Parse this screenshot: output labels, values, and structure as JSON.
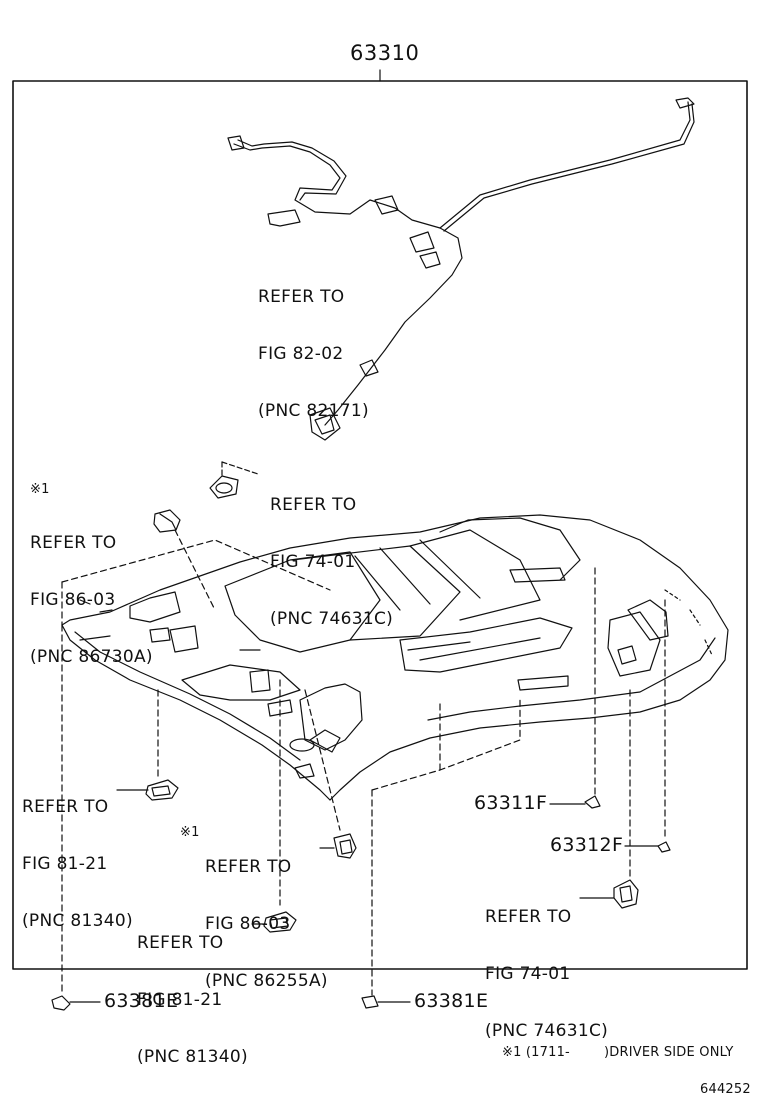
{
  "main_part_number": "63310",
  "refs": {
    "harness": {
      "line1": "REFER TO",
      "line2": "FIG 82-02",
      "line3": "(PNC 82171)"
    },
    "lamp_top": {
      "line1": "REFER TO",
      "line2": "FIG 74-01",
      "line3": "(PNC 74631C)"
    },
    "mark_left": "※1",
    "sensor_left": {
      "line1": "REFER TO",
      "line2": "FIG 86-03",
      "line3": "(PNC 86730A)"
    },
    "lamp_left": {
      "line1": "REFER TO",
      "line2": "FIG 81-21",
      "line3": "(PNC 81340)"
    },
    "mark_mid": "※1",
    "sensor_mid": {
      "line1": "REFER TO",
      "line2": "FIG 86-03",
      "line3": "(PNC 86255A)"
    },
    "lamp_bottom": {
      "line1": "REFER TO",
      "line2": "FIG 81-21",
      "line3": "(PNC 81340)"
    },
    "lamp_right": {
      "line1": "REFER TO",
      "line2": "FIG 74-01",
      "line3": "(PNC 74631C)"
    }
  },
  "parts": {
    "p63311f": "63311F",
    "p63312f": "63312F",
    "p63381e_left": "63381E",
    "p63381e_right": "63381E"
  },
  "footnote": {
    "mark": "※1 (1711-",
    "text": ")DRIVER SIDE ONLY"
  },
  "figure_code": "644252"
}
